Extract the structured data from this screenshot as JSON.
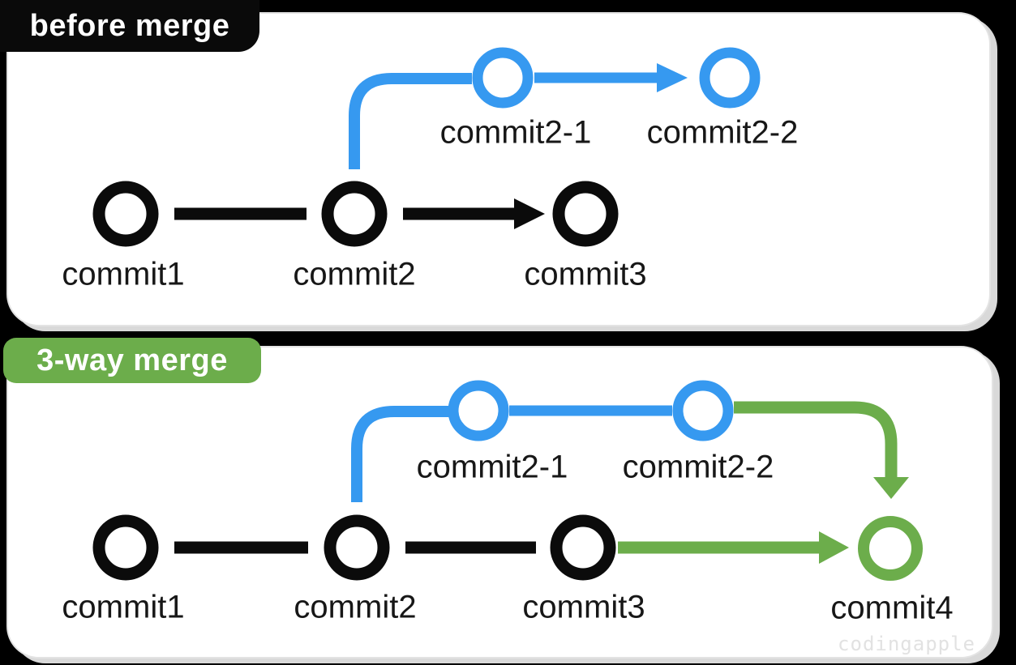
{
  "watermark": "codingapple",
  "colors": {
    "canvas_bg": "#000000",
    "panel_bg": "#ffffff",
    "panel_shadow": "#d9d9d9",
    "main_branch": "#0b0b0b",
    "feature_branch": "#3699f0",
    "merge_branch": "#6cad4b",
    "badge_before_bg": "#0a0a0a",
    "badge_three_way_bg": "#6cad4b",
    "label_text": "#171717",
    "watermark_text": "#e2e2e2"
  },
  "panels": [
    {
      "id": "before-merge",
      "badge": "before merge",
      "nodes": [
        {
          "id": "commit1",
          "label": "commit1",
          "branch": "main"
        },
        {
          "id": "commit2",
          "label": "commit2",
          "branch": "main"
        },
        {
          "id": "commit3",
          "label": "commit3",
          "branch": "main"
        },
        {
          "id": "commit2-1",
          "label": "commit2-1",
          "branch": "feature"
        },
        {
          "id": "commit2-2",
          "label": "commit2-2",
          "branch": "feature"
        }
      ],
      "edges": [
        {
          "from": "commit1",
          "to": "commit2",
          "style": "line",
          "color": "main"
        },
        {
          "from": "commit2",
          "to": "commit3",
          "style": "arrow",
          "color": "main"
        },
        {
          "from": "commit2",
          "to": "commit2-1",
          "style": "curve-up",
          "color": "feature"
        },
        {
          "from": "commit2-1",
          "to": "commit2-2",
          "style": "arrow",
          "color": "feature"
        }
      ]
    },
    {
      "id": "three-way-merge",
      "badge": "3-way merge",
      "nodes": [
        {
          "id": "commit1",
          "label": "commit1",
          "branch": "main"
        },
        {
          "id": "commit2",
          "label": "commit2",
          "branch": "main"
        },
        {
          "id": "commit3",
          "label": "commit3",
          "branch": "main"
        },
        {
          "id": "commit2-1",
          "label": "commit2-1",
          "branch": "feature"
        },
        {
          "id": "commit2-2",
          "label": "commit2-2",
          "branch": "feature"
        },
        {
          "id": "commit4",
          "label": "commit4",
          "branch": "merge"
        }
      ],
      "edges": [
        {
          "from": "commit1",
          "to": "commit2",
          "style": "line",
          "color": "main"
        },
        {
          "from": "commit2",
          "to": "commit3",
          "style": "line",
          "color": "main"
        },
        {
          "from": "commit2",
          "to": "commit2-1",
          "style": "curve-up",
          "color": "feature"
        },
        {
          "from": "commit2-1",
          "to": "commit2-2",
          "style": "line",
          "color": "feature"
        },
        {
          "from": "commit2-2",
          "to": "commit4",
          "style": "curve-down-arrow",
          "color": "merge"
        },
        {
          "from": "commit3",
          "to": "commit4",
          "style": "arrow",
          "color": "merge"
        }
      ]
    }
  ]
}
